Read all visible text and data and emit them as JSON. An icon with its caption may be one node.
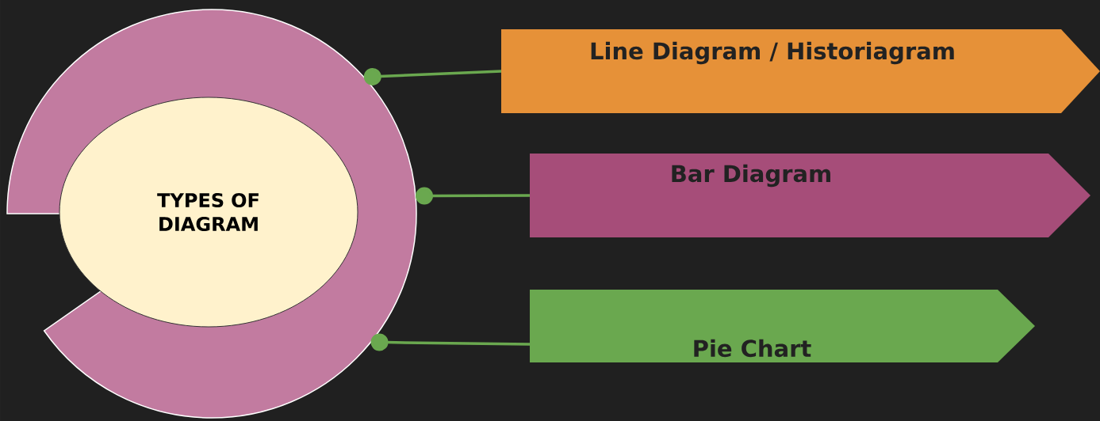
{
  "diagram": {
    "nodes": [
      {
        "text": [],
        "shape": "ring"
      },
      {
        "text": [
          "TYPES OF DIAGRAM"
        ],
        "in": 0
      },
      {
        "text": [
          "Line Diagram / Historiagram"
        ]
      },
      {
        "text": [
          "Bar Diagram"
        ]
      },
      {
        "text": [
          "Pie Chart"
        ]
      }
    ],
    "edges": [
      {
        "from": 0,
        "to": 2,
        "arrow": "other"
      },
      {
        "from": 0,
        "to": 3,
        "arrow": "other"
      },
      {
        "from": 0,
        "to": 4,
        "arrow": "other"
      }
    ]
  }
}
